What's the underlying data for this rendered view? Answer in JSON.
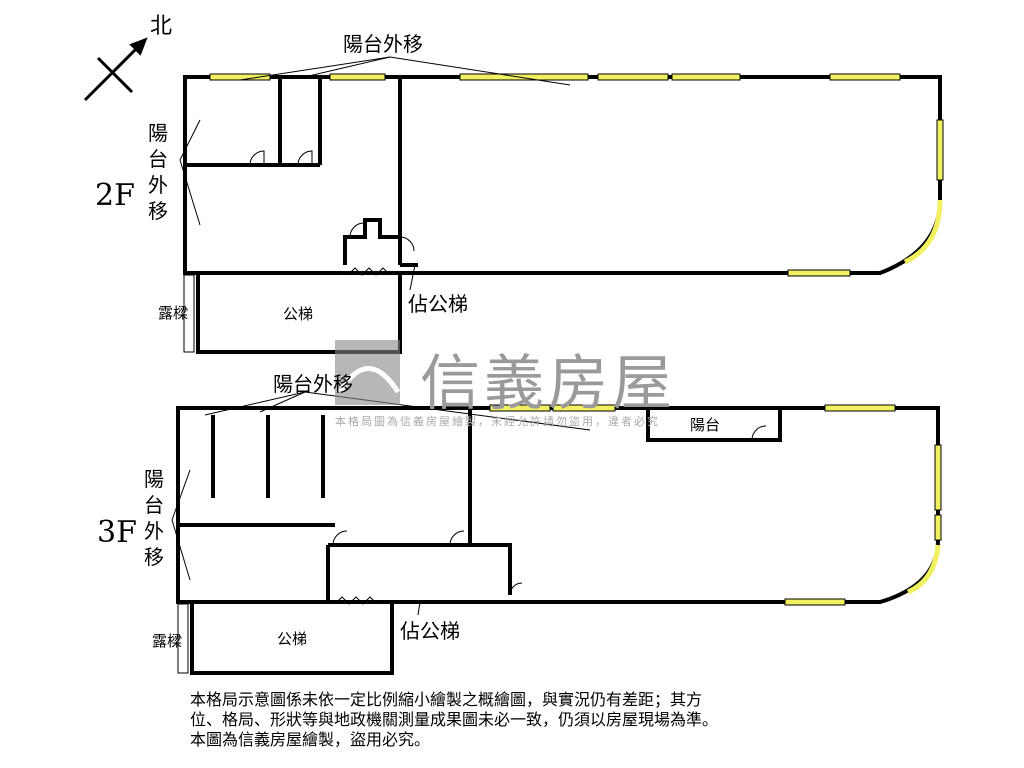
{
  "compass": {
    "north_label": "北"
  },
  "floors": [
    {
      "id": "2F",
      "label": "2F",
      "balcony_top": "陽台外移",
      "balcony_left": "陽台外移",
      "stair": "公梯",
      "stair_note": "佔公梯",
      "dew": "露樑"
    },
    {
      "id": "3F",
      "label": "3F",
      "balcony_top": "陽台外移",
      "balcony_left": "陽台外移",
      "stair": "公梯",
      "stair_note": "佔公梯",
      "dew": "露樑",
      "balcony": "陽台"
    }
  ],
  "watermark": {
    "brand": "信義房屋",
    "notice": "本格局圖為信義房屋繪製，未經允許請勿盜用，違者必究"
  },
  "disclaimer": [
    "本格局示意圖係未依一定比例縮小繪製之概繪圖，與實況仍有差距；其方",
    "位、格局、形狀等與地政機關測量成果圖未必一致，仍須以房屋現場為準。",
    "本圖為信義房屋繪製，盜用必究。"
  ],
  "colors": {
    "wall": "#000000",
    "window": "#f0f060",
    "watermark": "#9a9a9a"
  }
}
